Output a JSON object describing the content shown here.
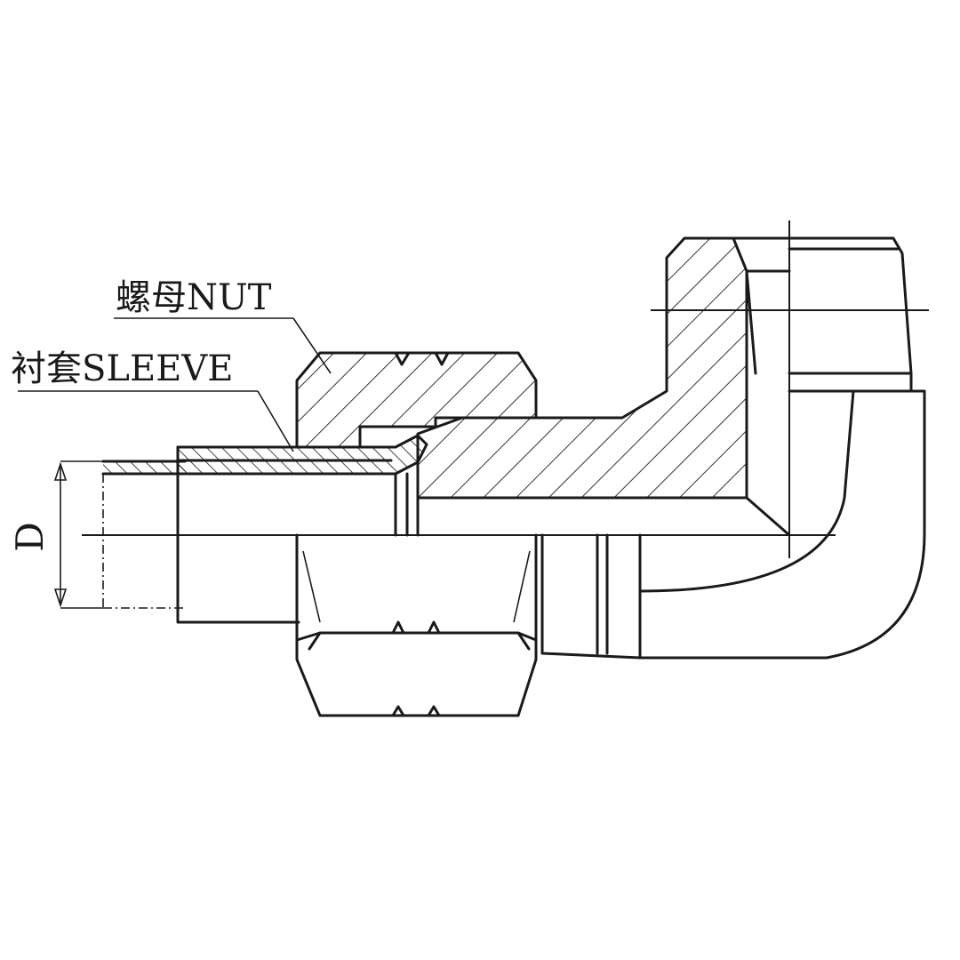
{
  "labels": {
    "nut": "螺母NUT",
    "sleeve": "衬套SLEEVE",
    "dimension": "D"
  },
  "colors": {
    "ink": "#1a1a1a",
    "background": "#ffffff"
  }
}
